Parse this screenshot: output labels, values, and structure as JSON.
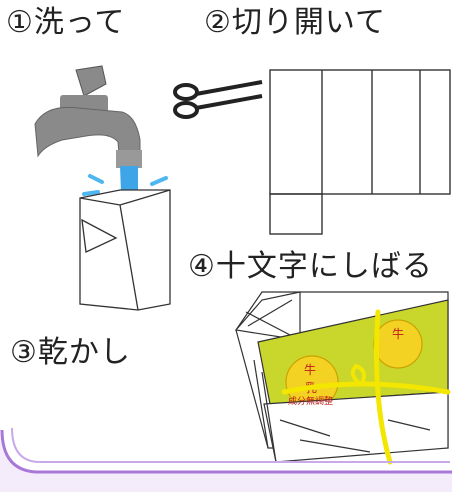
{
  "steps": {
    "wash": "①洗って",
    "cut_open": "②切り開いて",
    "dry": "③乾かし",
    "tie": "④十文字にしばる"
  },
  "carton_print": {
    "mark_top": "牛",
    "mark_bottom": "乳",
    "band_text": "成分無調整"
  },
  "colors": {
    "faucet": "#8a8a8a",
    "water": "#3ea6e8",
    "splash": "#4fb7f0",
    "carton_band": "#c9d62c",
    "carton_seal": "#f3d223",
    "twine": "#f3e600",
    "frame_border": "#a878d8"
  },
  "icons": [
    "faucet-icon",
    "scissors-icon",
    "carton-icon",
    "carton-bundle-icon"
  ]
}
